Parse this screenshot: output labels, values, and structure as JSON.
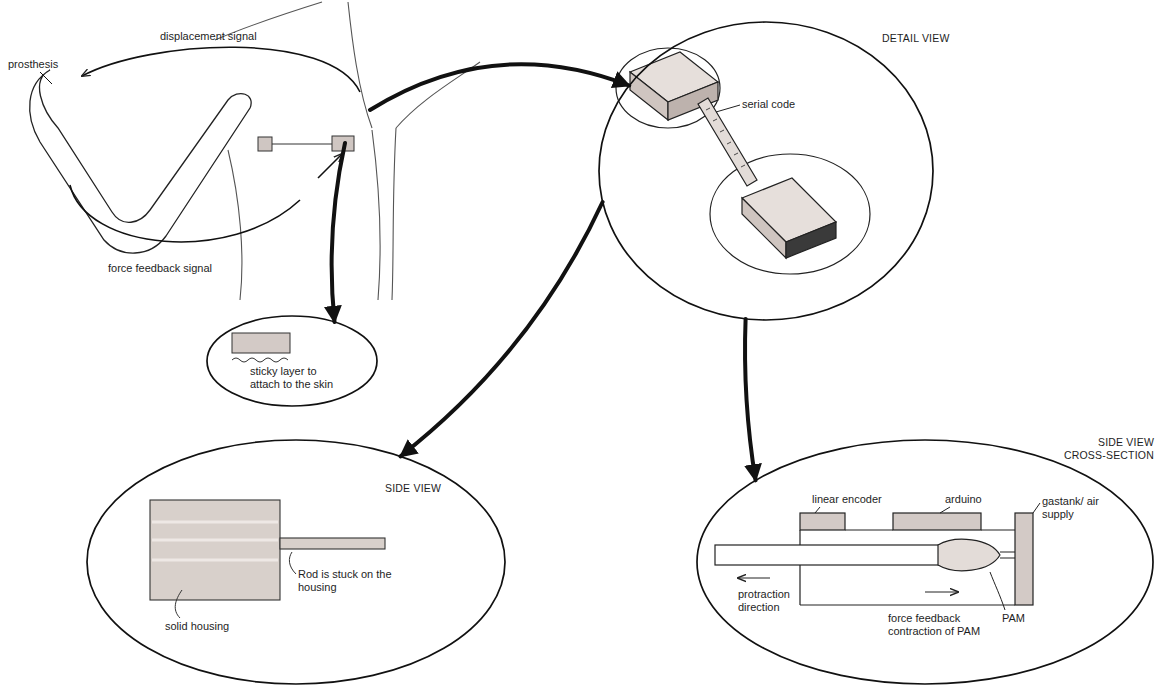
{
  "diagram": {
    "nodes": [
      {
        "text": [
          "prosthesis",
          "displacement signal",
          "force feedback signal"
        ]
      },
      {
        "text": [
          "DETAIL VIEW",
          "serial code"
        ]
      },
      {
        "text": [
          "sticky layer to attach to the skin"
        ]
      },
      {
        "text": [
          "SIDE VIEW",
          "solid housing",
          "Rod is stuck on the housing"
        ]
      },
      {
        "text": [
          "SIDE VIEW CROSS-SECTION",
          "linear encoder",
          "arduino",
          "gastank/ air supply",
          "protraction direction",
          "force feedback contraction of PAM",
          "PAM"
        ]
      }
    ],
    "edges": [
      {
        "from": 0,
        "to": 1,
        "arrow": "to"
      },
      {
        "from": 0,
        "to": 2,
        "arrow": "to"
      },
      {
        "from": 1,
        "to": 3,
        "arrow": "to"
      },
      {
        "from": 1,
        "to": 4,
        "arrow": "to"
      }
    ]
  }
}
